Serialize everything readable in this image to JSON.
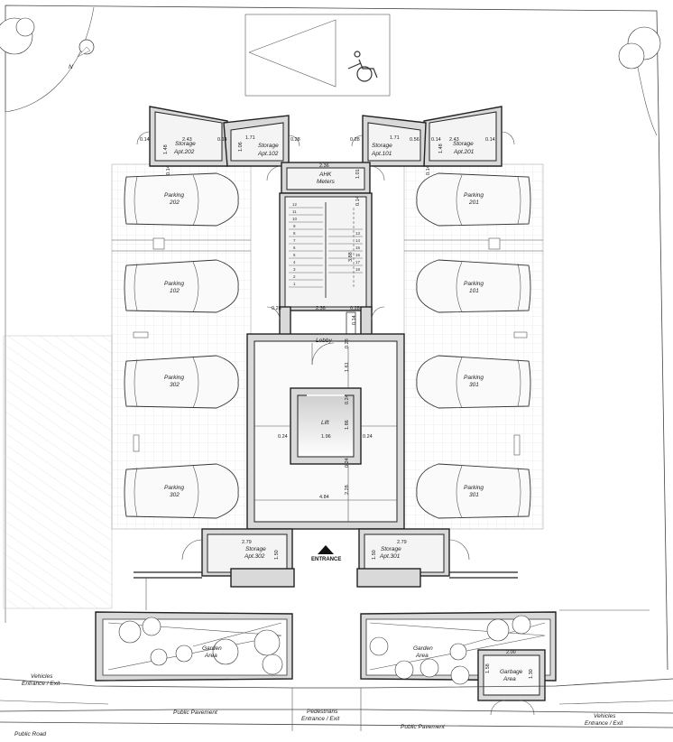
{
  "labels": {
    "north": "N",
    "storage_202": "Storage",
    "storage_202_apt": "Apt.202",
    "storage_102": "Storage",
    "storage_102_apt": "Apt.102",
    "storage_101": "Storage",
    "storage_101_apt": "Apt.101",
    "storage_201": "Storage",
    "storage_201_apt": "Apt.201",
    "meters_1": "AHK",
    "meters_2": "Meters",
    "parking_202": [
      "Parking",
      "202"
    ],
    "parking_102": [
      "Parking",
      "102"
    ],
    "parking_302a": [
      "Parking",
      "302"
    ],
    "parking_302b": [
      "Parking",
      "302"
    ],
    "parking_201": [
      "Parking",
      "201"
    ],
    "parking_101": [
      "Parking",
      "101"
    ],
    "parking_301a": [
      "Parking",
      "301"
    ],
    "parking_301b": [
      "Parking",
      "301"
    ],
    "lobby": "Lobby",
    "lift": "Lift",
    "storage_302": "Storage",
    "storage_302_apt": "Apt.302",
    "storage_301": "Storage",
    "storage_301_apt": "Apt.301",
    "entrance": "ENTRANCE",
    "garden_left_1": "Garden",
    "garden_left_2": "Area",
    "garden_right_1": "Garden",
    "garden_right_2": "Area",
    "garbage_1": "Garbage",
    "garbage_2": "Area",
    "vehicles_left_1": "Vehicles",
    "vehicles_left_2": "Entrance / Exit",
    "vehicles_right_1": "Vehicles",
    "vehicles_right_2": "Entrance / Exit",
    "pedestrians_1": "Pedestrians",
    "pedestrians_2": "Entrance / Exit",
    "pavement_left": "Public Pavement",
    "pavement_right": "Public Pavement",
    "road": "Public Road"
  },
  "dims": {
    "d_243_l": "2.43",
    "d_014_l1": "0.14",
    "d_014_l2": "0.14",
    "d_148_l": "1.48",
    "d_171_l": "1.71",
    "d_106_l": "1.06",
    "d_028_top_l": "0.28",
    "d_028_top_r": "0.28",
    "d_171_r": "1.71",
    "d_056_r": "0.56",
    "d_243_r": "2.43",
    "d_014_r1": "0.14",
    "d_014_r2": "0.14",
    "d_148_r": "1.48",
    "d_236_top": "2.36",
    "d_101": "1.01",
    "d_014_stair": "0.14",
    "d_014_meters_l": "0.14",
    "d_014_meters_r": "0.14",
    "d_388": "3.88",
    "d_028_mid_l": "0.28",
    "d_236_mid": "2.36",
    "d_028_mid_r": "0.28",
    "d_014_lobby": "0.14",
    "d_028_lobby": "0.28",
    "d_161": "1.61",
    "d_024_lift_top": "0.24",
    "d_024_lift_l": "0.24",
    "d_196": "1.96",
    "d_024_lift_r": "0.24",
    "d_186": "1.86",
    "d_024_lift_bot": "0.24",
    "d_484": "4.84",
    "d_228": "2.28",
    "d_279_l": "2.79",
    "d_150_l": "1.50",
    "d_279_r": "2.79",
    "d_150_r": "1.50",
    "d_200": "2.00",
    "d_158": "1.58",
    "d_130": "1.30"
  },
  "stairs": {
    "left": [
      "12",
      "11",
      "10",
      "9",
      "8",
      "7",
      "6",
      "5",
      "4",
      "3",
      "2",
      "1"
    ],
    "right": [
      "13",
      "14",
      "15",
      "16",
      "17",
      "18"
    ]
  },
  "colors": {
    "wall_fill": "#d9d9d9",
    "room_fill": "#f4f4f4",
    "line": "#222222"
  }
}
